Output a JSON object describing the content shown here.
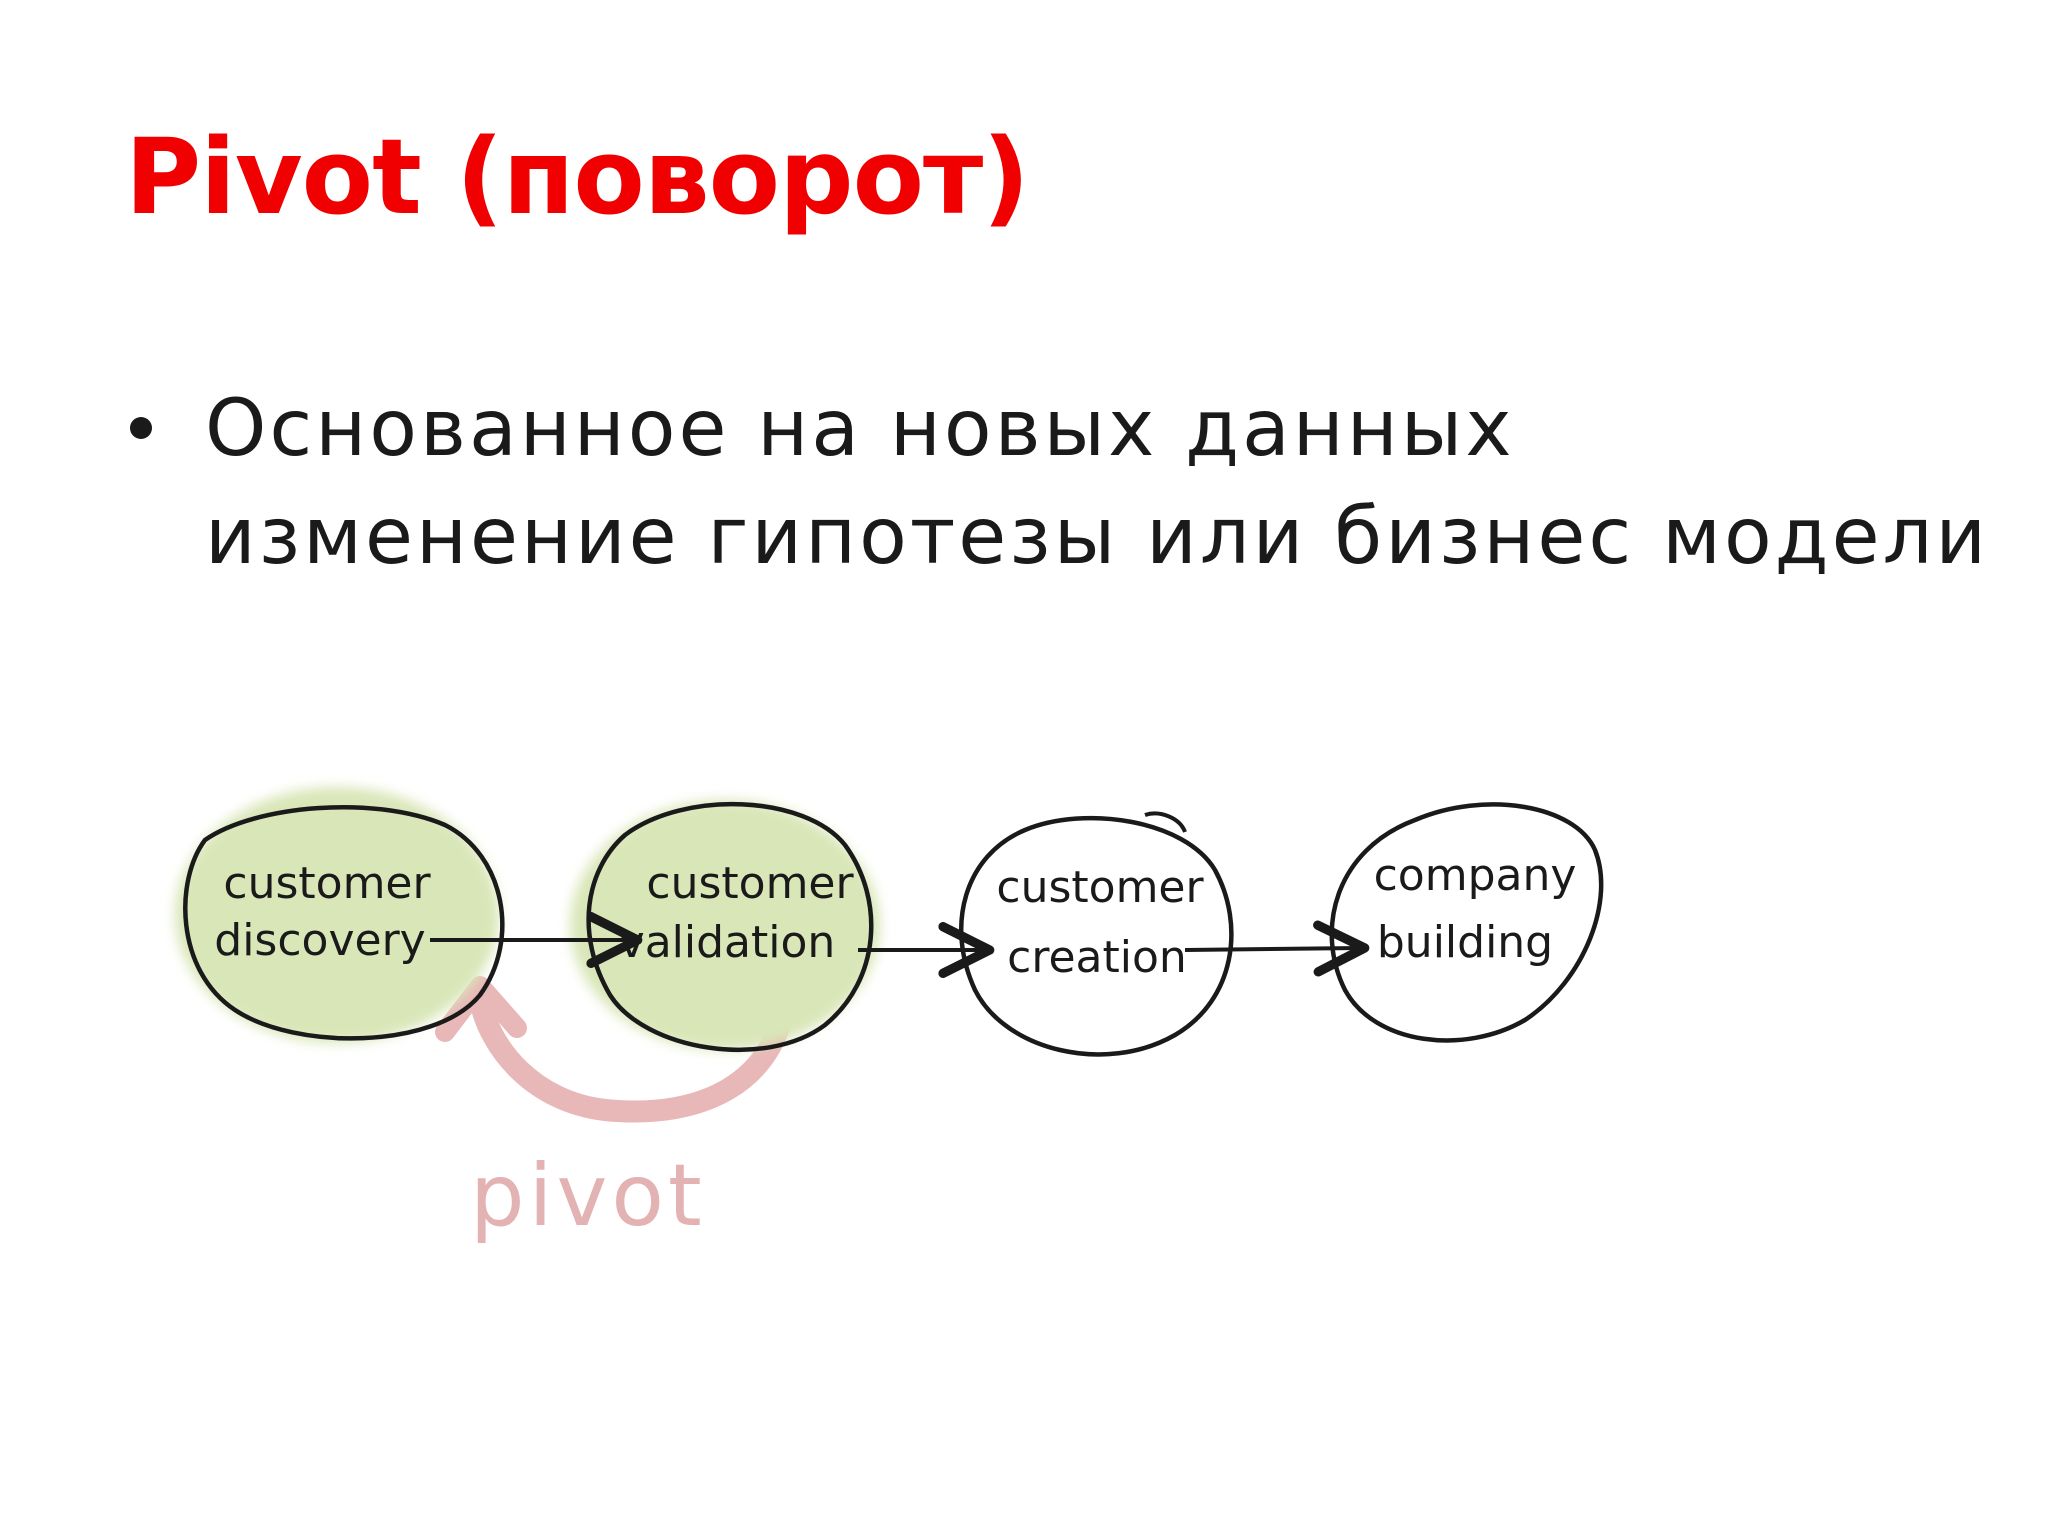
{
  "slide": {
    "title": "Pivot (поворот)",
    "bullets": [
      "Основанное на новых данных изменение гипотезы или бизнес модели"
    ]
  },
  "diagram": {
    "stages": [
      {
        "line1": "customer",
        "line2": "discovery",
        "highlighted": true
      },
      {
        "line1": "customer",
        "line2": "validation",
        "highlighted": true
      },
      {
        "line1": "customer",
        "line2": "creation",
        "highlighted": false
      },
      {
        "line1": "company",
        "line2": "building",
        "highlighted": false
      }
    ],
    "loop_label": "pivot",
    "colors": {
      "title": "#f00000",
      "highlight_fill": "#d9e6b8",
      "stroke": "#1a1a1a",
      "pivot_arrow": "#e8b8b8"
    }
  }
}
